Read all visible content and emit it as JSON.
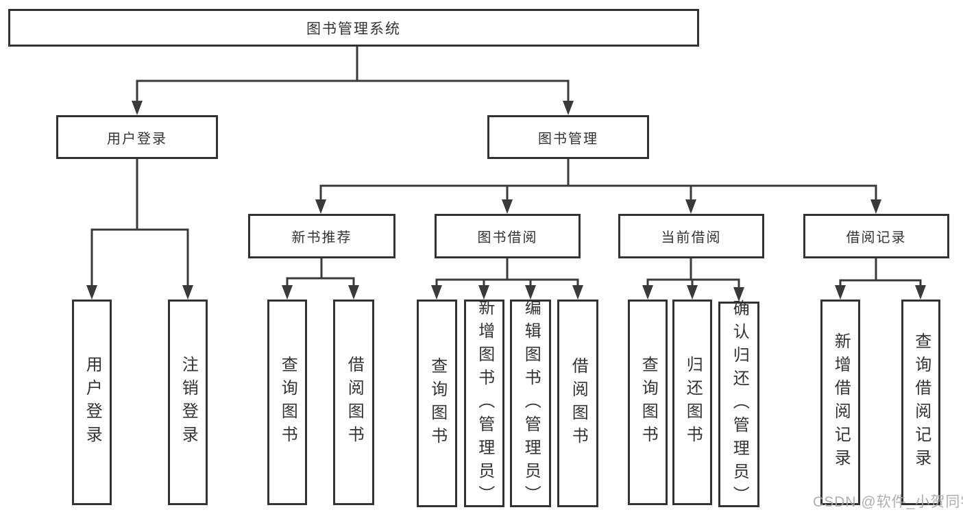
{
  "colors": {
    "line": "#3a3a3a",
    "box_border": "#323232",
    "text": "#333333",
    "background": "#ffffff",
    "watermark": "#a5a5a5"
  },
  "watermark": "CSDN @软件_小贺同学",
  "diagram": {
    "root": {
      "label": "图书管理系统"
    },
    "level1": [
      {
        "label": "用户登录"
      },
      {
        "label": "图书管理"
      }
    ],
    "level2": [
      {
        "label": "新书推荐"
      },
      {
        "label": "图书借阅"
      },
      {
        "label": "当前借阅"
      },
      {
        "label": "借阅记录"
      }
    ],
    "leaves": {
      "user_login": [
        {
          "label": "用户登录"
        },
        {
          "label": "注销登录"
        }
      ],
      "new_book_recommend": [
        {
          "label": "查询图书"
        },
        {
          "label": "借阅图书"
        }
      ],
      "book_borrow": [
        {
          "label": "查询图书"
        },
        {
          "label": "新增图书（管理员）"
        },
        {
          "label": "编辑图书（管理员）"
        },
        {
          "label": "借阅图书"
        }
      ],
      "current_borrow": [
        {
          "label": "查询图书"
        },
        {
          "label": "归还图书"
        },
        {
          "label": "确认归还（管理员）"
        }
      ],
      "borrow_records": [
        {
          "label": "新增借阅记录"
        },
        {
          "label": "查询借阅记录"
        }
      ]
    }
  }
}
